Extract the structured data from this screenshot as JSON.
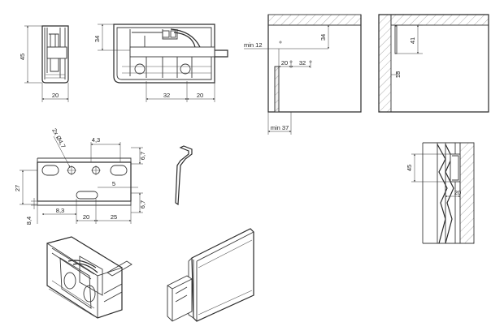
{
  "views": {
    "front_view": {
      "height_label": "45",
      "width_label": "20"
    },
    "side_view": {
      "height_label": "34",
      "left_label": "32",
      "right_label": "20"
    },
    "cabinet_section": {
      "min_top_label": "min 12",
      "vertical_label": "34",
      "left_label": "20",
      "right_label": "32",
      "min_bottom_label": "min 37"
    },
    "wall_section": {
      "height_label": "41",
      "gap_label": "18"
    },
    "plate_view": {
      "hole_label": "2x Ø4,7",
      "top_label": "4,3",
      "right_top_label": "6,7",
      "left_label": "27",
      "middle_label": "5",
      "right_bottom_label": "6,7",
      "bottom_left_label": "8,3",
      "bottom_mid_label": "20",
      "bottom_right_label": "25",
      "corner_label": "8,4"
    },
    "mount_section": {
      "height_label": "45",
      "width_label": "20"
    }
  }
}
